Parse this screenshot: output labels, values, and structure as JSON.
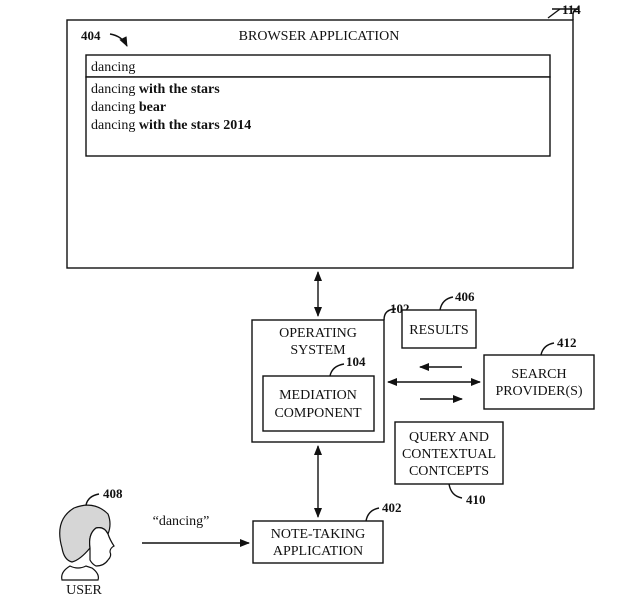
{
  "browser": {
    "ref": "114",
    "title": "BROWSER APPLICATION",
    "search_ref": "404",
    "query": "dancing",
    "suggestions": [
      {
        "prefix": "dancing",
        "suffix": "with the stars"
      },
      {
        "prefix": "dancing",
        "suffix": "bear"
      },
      {
        "prefix": "dancing",
        "suffix": "with the stars 2014"
      }
    ]
  },
  "os": {
    "ref": "102",
    "line1": "OPERATING",
    "line2": "SYSTEM",
    "mediation_ref": "104",
    "mediation_line1": "MEDIATION",
    "mediation_line2": "COMPONENT"
  },
  "results": {
    "ref": "406",
    "label": "RESULTS"
  },
  "search_provider": {
    "ref": "412",
    "line1": "SEARCH",
    "line2": "PROVIDER(S)"
  },
  "query_concepts": {
    "ref": "410",
    "line1": "QUERY AND",
    "line2": "CONTEXTUAL",
    "line3": "CONTCEPTS"
  },
  "note_app": {
    "ref": "402",
    "line1": "NOTE-TAKING",
    "line2": "APPLICATION"
  },
  "user": {
    "ref": "408",
    "label": "USER",
    "speech": "“dancing”"
  }
}
